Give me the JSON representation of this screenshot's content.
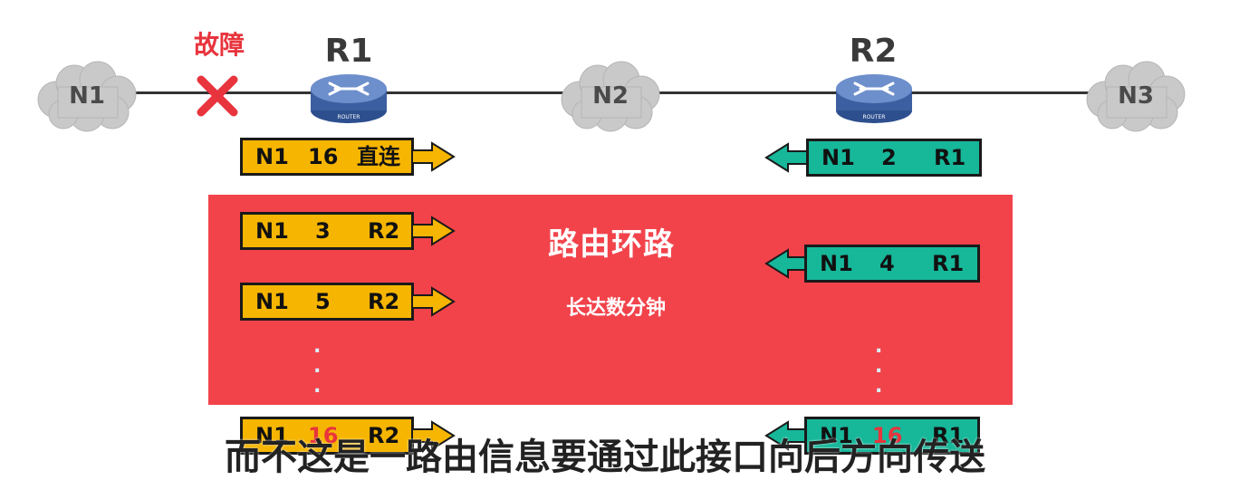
{
  "clouds": {
    "n1": "N1",
    "n2": "N2",
    "n3": "N3"
  },
  "routers": {
    "r1": {
      "name": "R1",
      "badge": "ROUTER"
    },
    "r2": {
      "name": "R2",
      "badge": "ROUTER"
    }
  },
  "fault": {
    "label": "故障",
    "icon": "cross-icon",
    "color": "#e8343d"
  },
  "colors": {
    "r1_message": "#f6b500",
    "r2_message": "#17b79a",
    "loop_area": "#f2434b",
    "router": "#4a6fb0"
  },
  "r1_messages": [
    {
      "net": "N1",
      "dist": "16",
      "next": "直连"
    },
    {
      "net": "N1",
      "dist": "3",
      "next": "R2"
    },
    {
      "net": "N1",
      "dist": "5",
      "next": "R2"
    },
    {
      "net": "N1",
      "dist": "16",
      "next": "R2"
    }
  ],
  "r2_messages": [
    {
      "net": "N1",
      "dist": "2",
      "next": "R1"
    },
    {
      "net": "N1",
      "dist": "4",
      "next": "R1"
    },
    {
      "net": "N1",
      "dist": "16",
      "next": "R1"
    }
  ],
  "loop": {
    "title": "路由环路",
    "subtitle": "长达数分钟"
  },
  "ellipsis": ".",
  "caption": "而不这是一路由信息要通过此接口向后方向传送"
}
